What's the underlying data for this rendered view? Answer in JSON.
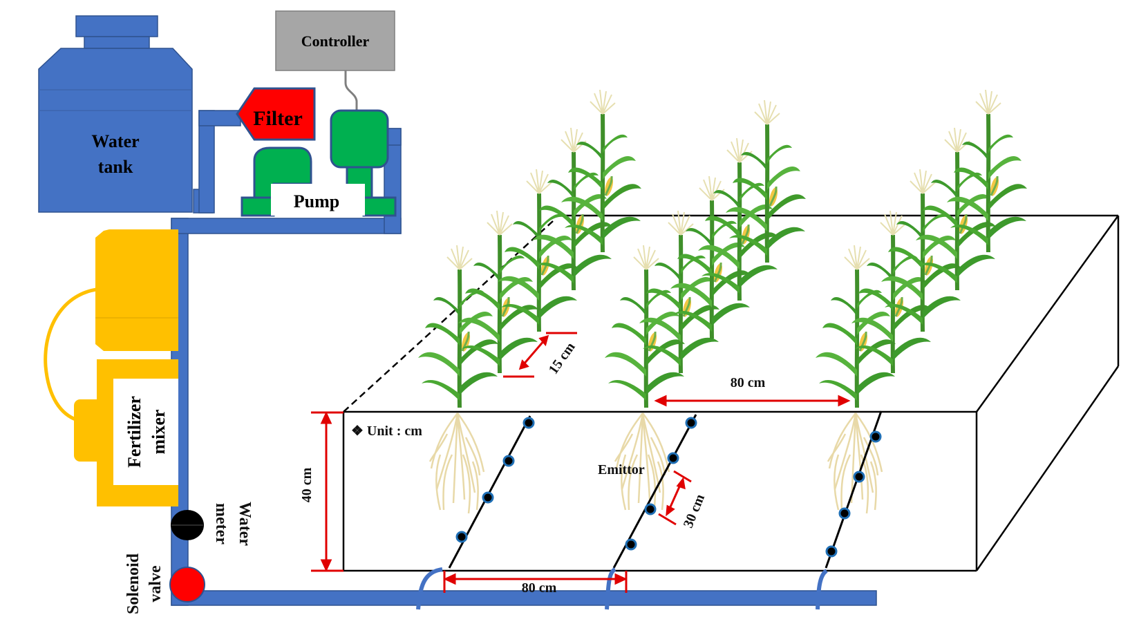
{
  "labels": {
    "controller": "Controller",
    "water_tank_line1": "Water",
    "water_tank_line2": "tank",
    "filter": "Filter",
    "pump": "Pump",
    "fertilizer_line1": "Fertilizer",
    "fertilizer_line2": "mixer",
    "water_meter_line1": "Water",
    "water_meter_line2": "meter",
    "solenoid_line1": "Solenoid",
    "solenoid_line2": "valve",
    "unit": "❖ Unit : cm",
    "emitter": "Emittor",
    "depth": "40 cm",
    "plant_spacing": "15 cm",
    "row_spacing_top": "80 cm",
    "row_spacing_bottom": "80 cm",
    "emitter_spacing": "30 cm"
  },
  "colors": {
    "pipe": "#4472c4",
    "pipe_outline": "#2f528f",
    "tank": "#4472c4",
    "filter": "#ff0000",
    "pump": "#00b050",
    "controller": "#a6a6a6",
    "fertilizer": "#ffc000",
    "water_meter": "#000000",
    "solenoid_valve": "#ff0000",
    "dimension": "#e00000",
    "emitter": "#1f6fb5",
    "plant": "#3f9a2a",
    "cob": "#f2c744",
    "root": "#e8d9a8"
  },
  "icons": {
    "bullet": "diamond-bullet-icon",
    "corn": "corn-plant-icon",
    "roots": "root-system-icon"
  }
}
